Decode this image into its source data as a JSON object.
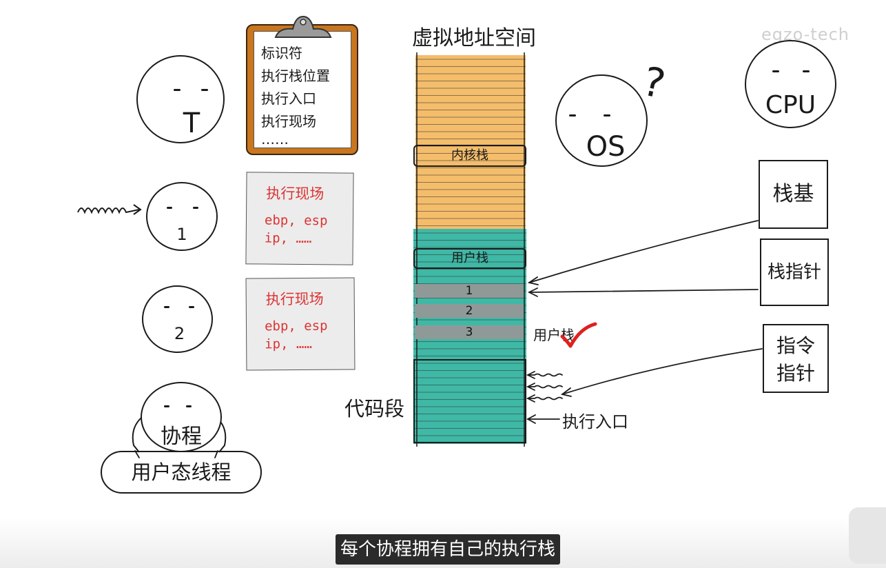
{
  "title": "虚拟地址空间",
  "watermark": "egzo-tech",
  "thread_face": {
    "label": "T"
  },
  "clipboard": {
    "lines": [
      "标识符",
      "执行栈位置",
      "执行入口",
      "执行现场",
      "……"
    ]
  },
  "coroutine1": {
    "label": "1"
  },
  "coroutine2": {
    "label": "2"
  },
  "context_cards": [
    {
      "title": "执行现场",
      "line1": "ebp, esp",
      "line2": "ip, ……"
    },
    {
      "title": "执行现场",
      "line1": "ebp, esp",
      "line2": "ip, ……"
    }
  ],
  "coroutine_face": {
    "label": "协程"
  },
  "user_thread": {
    "label": "用户态线程"
  },
  "memory": {
    "kernel_stack": "内核栈",
    "user_stack": "用户栈",
    "slots": [
      "1",
      "2",
      "3"
    ],
    "user_stack_note": "用户栈",
    "code_segment": "代码段",
    "exec_entry": "执行入口"
  },
  "os_face": {
    "label": "OS",
    "question": "?"
  },
  "cpu_face": {
    "label": "CPU"
  },
  "registers": {
    "stack_base": "栈基",
    "stack_pointer": "栈指针",
    "instruction_pointer_line1": "指令",
    "instruction_pointer_line2": "指针"
  },
  "subtitle": "每个协程拥有自己的执行栈",
  "colors": {
    "kernel": "#f4bd6b",
    "user": "#3fb8a6",
    "slot": "#8f9a98",
    "note": "#d33"
  }
}
